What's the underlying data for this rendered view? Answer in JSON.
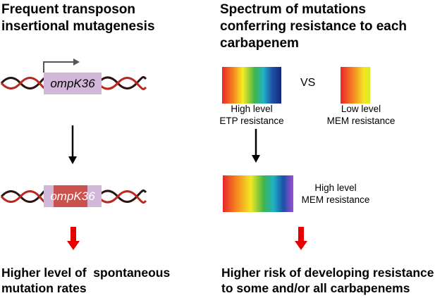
{
  "left": {
    "title_line1": "Frequent transposon",
    "title_line2": "insertional mutagenesis",
    "gene_top": "ompK36",
    "gene_bottom": "ompK36",
    "result_line1": "Higher level of  spontaneous",
    "result_line2": "mutation rates"
  },
  "right": {
    "title_line1": "Spectrum of mutations",
    "title_line2": "conferring resistance to each",
    "title_line3": "carbapenem",
    "vs_label": "VS",
    "etp_line1": "High level",
    "etp_line2": "ETP resistance",
    "mem_low_line1": "Low level",
    "mem_low_line2": "MEM resistance",
    "mem_high_line1": "High level",
    "mem_high_line2": "MEM resistance",
    "result_line1": "Higher risk of developing resistance",
    "result_line2": "to some and/or all carbapenems"
  },
  "colors": {
    "dna_dark": "#2b1410",
    "dna_red": "#b8281e",
    "gene_box": "#d3b7d8",
    "insert_box": "#c9524e",
    "red_arrow": "#e60000",
    "black_arrow": "#000000"
  }
}
